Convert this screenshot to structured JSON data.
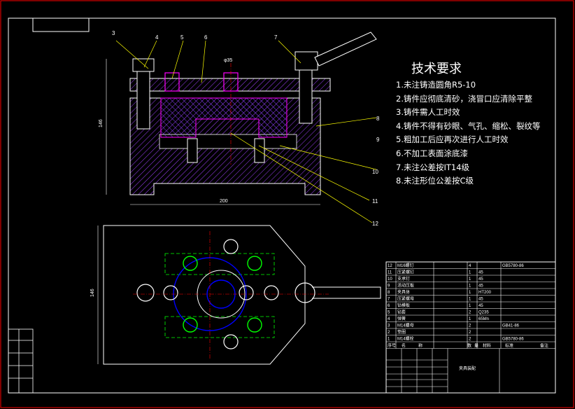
{
  "technical_requirements": {
    "title": "技术要求",
    "items": [
      "1.未注铸造圆角R5-10",
      "2.铸件应彻底清砂，浇冒口应清除平整",
      "3.铸件需人工时效",
      "4.铸件不得有砂眼、气孔、缩松、裂纹等",
      "5.粗加工后应再次进行人工时效",
      "6.不加工表面涂底漆",
      "7.未注公差按IT14级",
      "8.未注形位公差按C级"
    ]
  },
  "balloons": [
    "3",
    "4",
    "5",
    "6",
    "7",
    "8",
    "9",
    "10",
    "11",
    "12"
  ],
  "dimensions": {
    "width": "200",
    "height": "146",
    "plan_height": "146",
    "hole": "φ35"
  },
  "bom": {
    "rows": [
      [
        "12",
        "M16螺钉",
        "4",
        "",
        "GB5780-86"
      ],
      [
        "11",
        "压紧螺钉",
        "1",
        "45",
        ""
      ],
      [
        "10",
        "支承钉",
        "1",
        "45",
        ""
      ],
      [
        "9",
        "活动压板",
        "1",
        "45",
        ""
      ],
      [
        "8",
        "夹具体",
        "1",
        "HT200",
        ""
      ],
      [
        "7",
        "压紧螺母",
        "1",
        "45",
        ""
      ],
      [
        "6",
        "钻模板",
        "1",
        "45",
        ""
      ],
      [
        "5",
        "钻套",
        "2",
        "Q235",
        ""
      ],
      [
        "4",
        "弹簧",
        "1",
        "65Mn",
        ""
      ],
      [
        "3",
        "M14螺母",
        "2",
        "",
        "GB41-86"
      ],
      [
        "2",
        "垫圈",
        "2",
        "",
        ""
      ],
      [
        "1",
        "M14螺栓",
        "2",
        "",
        "GB5780-86"
      ]
    ],
    "header": [
      "序号",
      "名",
      "称",
      "数",
      "量",
      "材料",
      "",
      "标准",
      "",
      "备注"
    ],
    "drawing_title": "夹具装配"
  },
  "colors": {
    "border": "#ff0000",
    "frame": "#ffffff",
    "part": "#ff00ff",
    "hatch": "#8a2be2",
    "yellow": "#ffff00",
    "blue": "#0000ff",
    "green": "#00ff00"
  }
}
